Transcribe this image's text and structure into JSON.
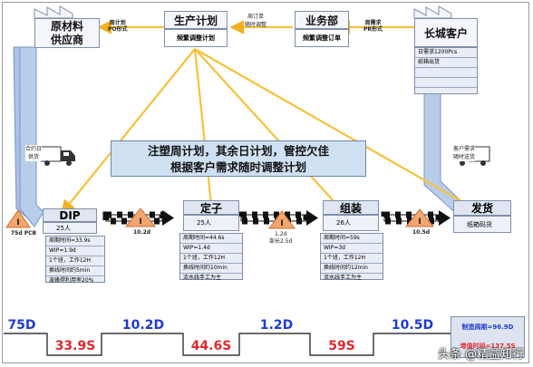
{
  "title_entities": {
    "supplier": "原材料\n供应商",
    "planning": "生产计划",
    "planning_sub": "频繁调整计划",
    "sales": "业务部",
    "sales_sub": "频繁调整订单",
    "customer": "长城客户"
  },
  "info_flow": {
    "plan_to_supplier": "周计划\nPO形式",
    "sales_to_plan": "周订单\n随时调整",
    "customer_to_sales": "周需求\nPR形式"
  },
  "customer_data": [
    "日需求1200Pcs",
    "纸箱出货",
    "",
    "",
    ""
  ],
  "banner": {
    "line1": "注塑周计划，其余日计划，管控欠佳",
    "line2": "根据客户需求随时调整计划"
  },
  "trucks": {
    "left_label": "合约日\n供货",
    "right_label": "客户需求\n随时送货"
  },
  "processes": [
    {
      "name": "DIP",
      "people": "25人",
      "data": [
        "周期时间=33.9s",
        "WIP=1.9d",
        "1个班，工作12H",
        "换线时间约5min",
        "波峰焊利用率20%"
      ]
    },
    {
      "name": "定子",
      "people": "25人",
      "data": [
        "周期时间=44.6s",
        "WIP=1.4d",
        "1个班，工作12H",
        "换线时间约10min",
        "流水线手工为主"
      ]
    },
    {
      "name": "组装",
      "people": "26人",
      "data": [
        "周期时间=59s",
        "WIP=3d",
        "1个班，工作12H",
        "换线时间约12min",
        "流水线手工为主"
      ]
    },
    {
      "name": "发货",
      "people": "纸箱码货",
      "data": []
    }
  ],
  "inventory": [
    {
      "label": "75d PCB"
    },
    {
      "label": "10.2d"
    },
    {
      "label": "1.2d\n架长2.5d"
    },
    {
      "label": "10.5d"
    }
  ],
  "timeline": {
    "days": [
      "75D",
      "10.2D",
      "1.2D",
      "10.5D"
    ],
    "secs": [
      "33.9S",
      "44.6S",
      "59S"
    ]
  },
  "summary": {
    "lead_time": "制造周期=96.9D",
    "value_time": "增值时间=137.5S"
  },
  "watermark": "头条 @精益知行",
  "colors": {
    "arrow_blue": "#a9c2e6",
    "arrow_yellow": "#f5c23a",
    "day_text": "#1f3bd0",
    "sec_text": "#e0282e"
  }
}
